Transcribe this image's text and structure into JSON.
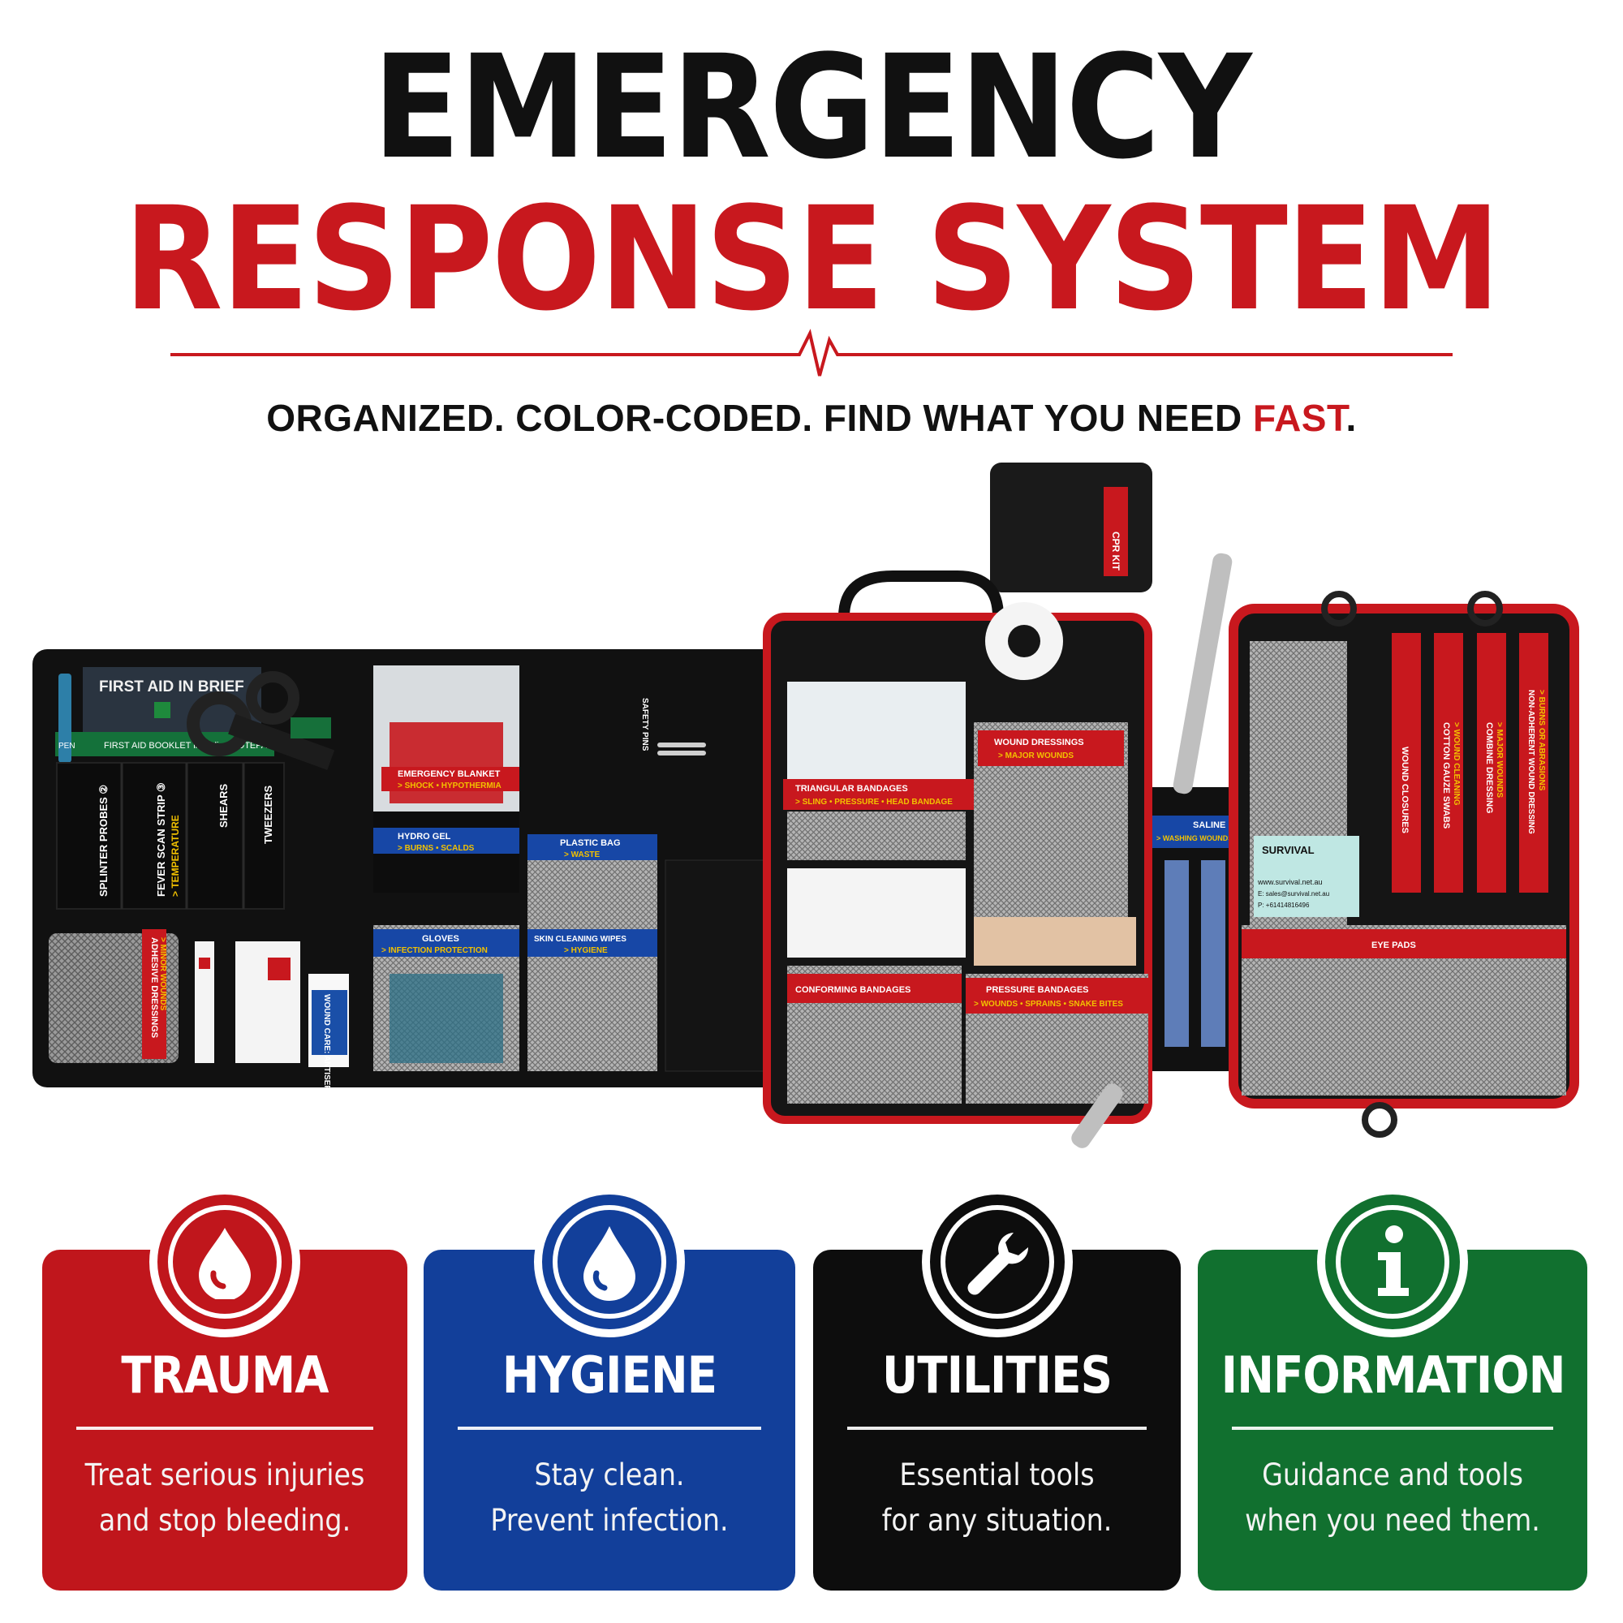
{
  "header": {
    "line1": "EMERGENCY",
    "line2": "RESPONSE SYSTEM",
    "tagline_main": "ORGANIZED. COLOR-CODED. FIND WHAT YOU NEED ",
    "tagline_accent": "FAST",
    "tagline_end": "."
  },
  "kit": {
    "booklet": "FIRST AID IN BRIEF",
    "pen": "PEN",
    "booklet_strap": "FIRST AID BOOKLET including NOTEPAD",
    "col_labels": [
      "SPLINTER PROBES ②",
      "FEVER SCAN STRIP ③",
      "SHEARS",
      "TWEEZERS"
    ],
    "fever_sub": "> TEMPERATURE",
    "adhesive": "ADHESIVE DRESSINGS",
    "adhesive_sub": "> MINOR WOUNDS",
    "wound_care": "WOUND CARE: ANTISEPTIC",
    "safety_pins": "SAFETY PINS",
    "emergency_blanket": "EMERGENCY BLANKET",
    "emergency_blanket_sub": "> SHOCK • HYPOTHERMIA",
    "hydro_gel": "HYDRO GEL",
    "hydro_gel_sub": "> BURNS • SCALDS",
    "plastic_bag": "PLASTIC BAG",
    "plastic_bag_sub": "> WASTE",
    "gloves": "GLOVES",
    "gloves_sub": "> INFECTION PROTECTION",
    "skin_wipes": "SKIN CLEANING WIPES",
    "skin_wipes_sub": "> HYGIENE",
    "triangular": "TRIANGULAR BANDAGES",
    "triangular_sub": "> SLING • PRESSURE • HEAD BANDAGE",
    "wound_dressings": "WOUND DRESSINGS",
    "wound_dressings_sub": "> MAJOR WOUNDS",
    "conforming": "CONFORMING BANDAGES",
    "pressure": "PRESSURE BANDAGES",
    "pressure_sub": "> WOUNDS • SPRAINS • SNAKE BITES",
    "saline": "SALINE",
    "saline_sub": "> WASHING WOUNDS • IRRIGATING EYE",
    "cpr": "CPR KIT",
    "brand": "SURVIVAL",
    "web": "www.survival.net.au",
    "email": "E: sales@survival.net.au",
    "phone": "P: +61414816496",
    "wound_closures": "WOUND CLOSURES",
    "cotton_gauze": "COTTON GAUZE SWABS",
    "cotton_gauze_sub": "> WOUND CLEANING",
    "combine": "COMBINE DRESSING",
    "combine_sub": "> MAJOR WOUNDS",
    "non_adherent": "NON-ADHERENT WOUND DRESSING",
    "non_adherent_sub": "> BURNS OR ABRASIONS",
    "eye_pads": "EYE PADS"
  },
  "cards": [
    {
      "title": "TRAUMA",
      "line1": "Treat serious injuries",
      "line2": "and stop bleeding.",
      "icon": "blood-drop-icon",
      "color": "#c0161c"
    },
    {
      "title": "HYGIENE",
      "line1": "Stay clean.",
      "line2": "Prevent infection.",
      "icon": "water-drop-icon",
      "color": "#123f9a"
    },
    {
      "title": "UTILITIES",
      "line1": "Essential tools",
      "line2": "for any situation.",
      "icon": "wrench-icon",
      "color": "#0d0d0d"
    },
    {
      "title": "INFORMATION",
      "line1": "Guidance and tools",
      "line2": "when you need them.",
      "icon": "info-icon",
      "color": "#11702f"
    }
  ]
}
